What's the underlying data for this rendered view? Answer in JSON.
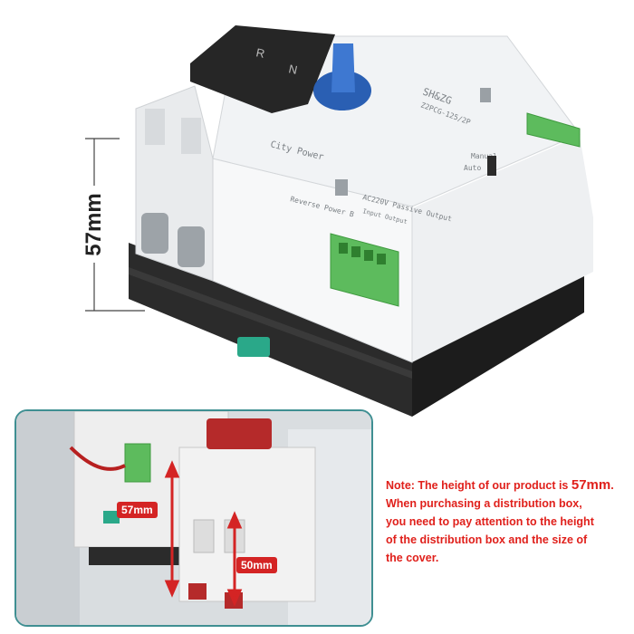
{
  "dimension_label": "57mm",
  "device": {
    "brand": "SH&ZG",
    "model": "Z2PCG-125/2P",
    "terminal_left": "R",
    "terminal_right": "N",
    "label_city": "City Power",
    "label_reverse": "Reverse Power B",
    "output_label": "AC220V Passive Output",
    "input_label": "Input Output",
    "manual": "Manual",
    "auto": "Auto"
  },
  "inset": {
    "tag_57": "57mm",
    "tag_50": "50mm"
  },
  "note": {
    "line1_prefix": "Note: The height of our product is ",
    "line1_value": "57mm",
    "line1_suffix": ".",
    "line2": "When purchasing a distribution box,",
    "line3": "you need to pay attention to the height",
    "line4": "of the distribution box and the size of",
    "line5": "the cover."
  },
  "colors": {
    "accent_red": "#e0201b",
    "knob_blue": "#2a5fb3",
    "terminal_green": "#5dbb5d",
    "frame_teal": "#3f8f92"
  }
}
